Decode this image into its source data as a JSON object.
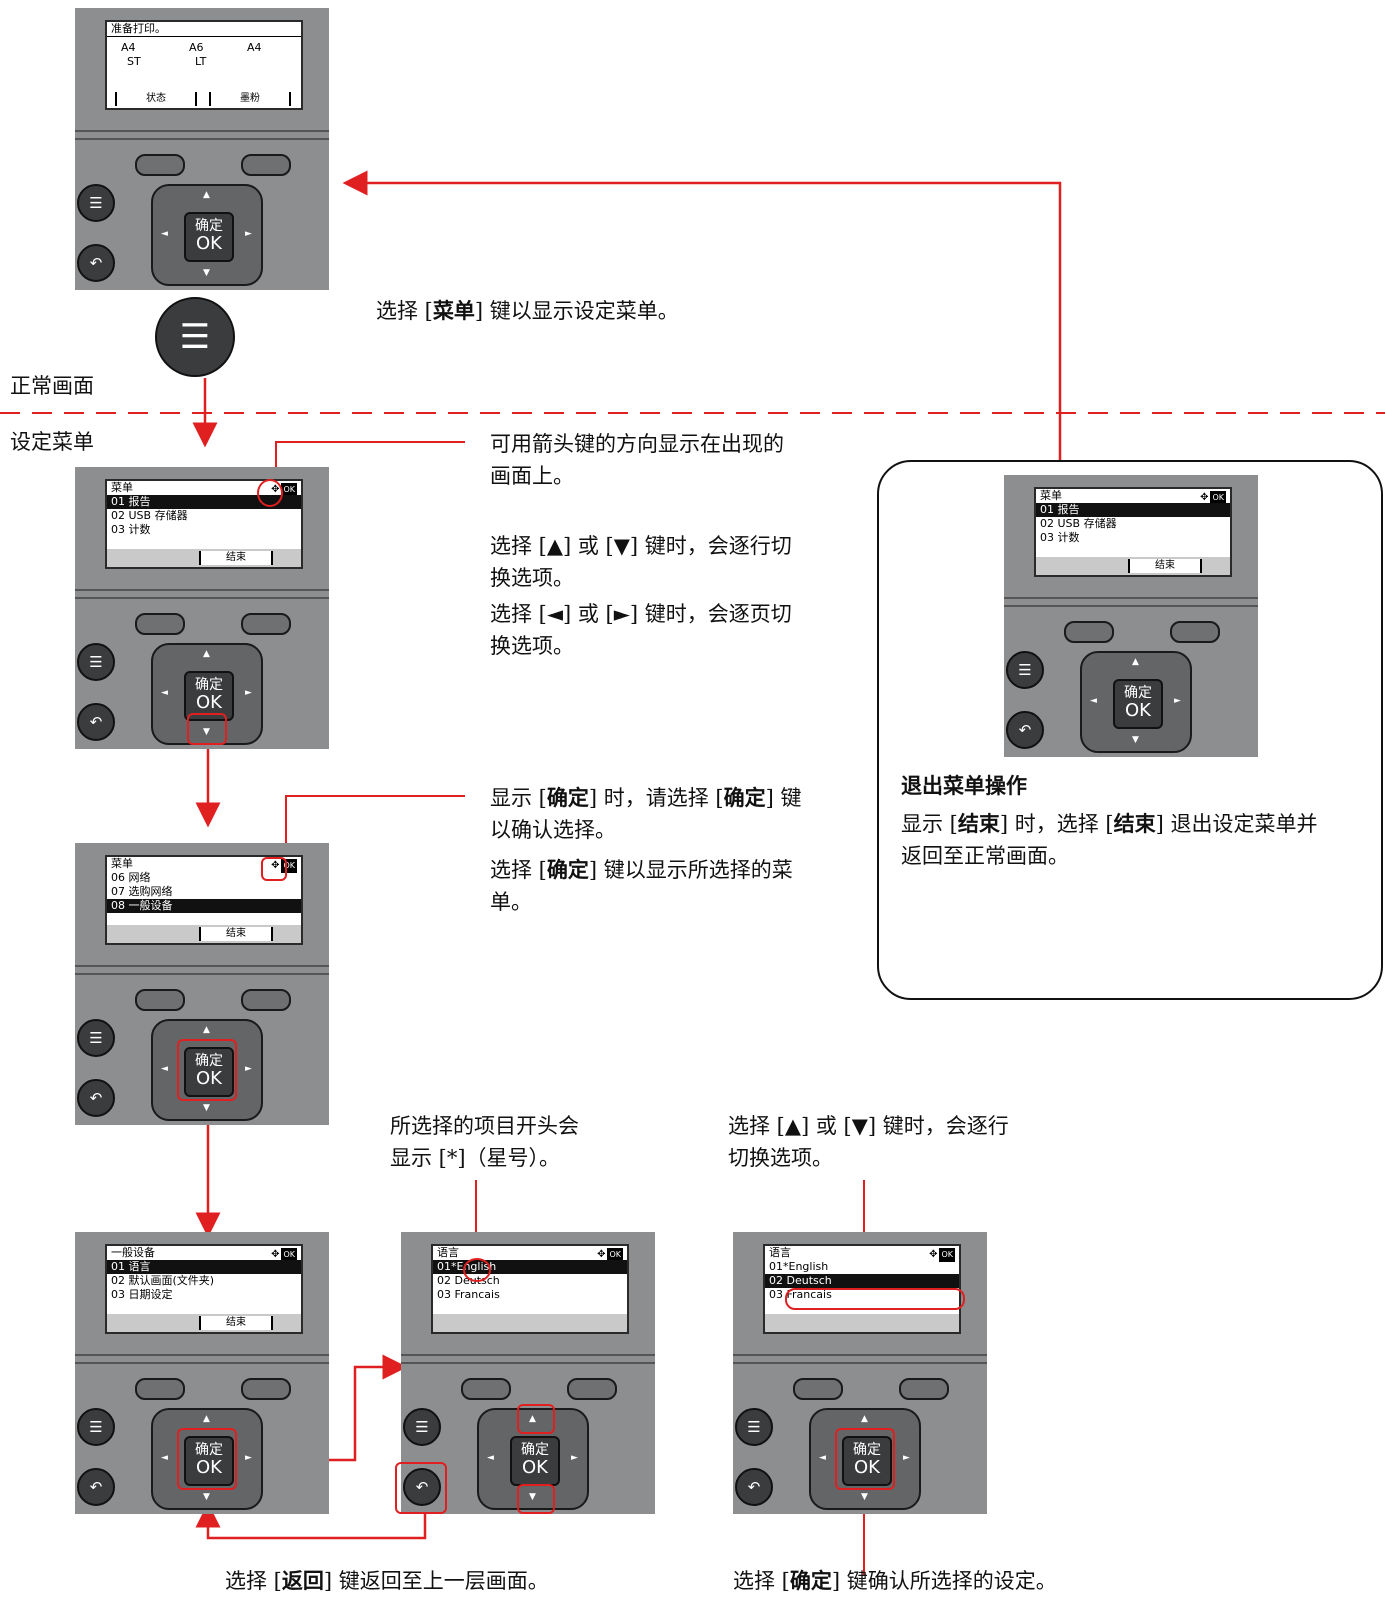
{
  "colors": {
    "arrow_red": "#e02020",
    "panel_gray": "#8c8e90"
  },
  "labels": {
    "normal_screen": "正常画面",
    "settings_menu": "设定菜单"
  },
  "captions": {
    "menu_key_pre": "选择 [",
    "menu_key_bold": "菜单",
    "menu_key_post": "] 键以显示设定菜单。",
    "arrow_l1": "可用箭头键的方向显示在出现的",
    "arrow_l2": "画面上。",
    "updown_l1": "选择 [▲] 或 [▼] 键时，会逐行切",
    "updown_l2": "换选项。",
    "leftright_l1": "选择 [◄] 或 [►] 键时，会逐页切",
    "leftright_l2": "换选项。",
    "confirm_l1_a": "显示 [",
    "confirm_l1_b": "确定",
    "confirm_l1_c": "] 时，请选择 [",
    "confirm_l1_d": "确定",
    "confirm_l1_e": "] 键",
    "confirm_l2": "以确认选择。",
    "confirm2_l1_a": "选择 [",
    "confirm2_l1_b": "确定",
    "confirm2_l1_c": "] 键以显示所选择的菜",
    "confirm2_l2": "单。",
    "exit_title": "退出菜单操作",
    "exit_l1_a": "显示 [",
    "exit_l1_b": "结束",
    "exit_l1_c": "] 时，选择 [",
    "exit_l1_d": "结束",
    "exit_l1_e": "] 退出设定菜单并",
    "exit_l2": "返回至正常画面。",
    "star_l1": "所选择的项目开头会",
    "star_l2": "显示 [*]（星号）。",
    "updown2_l1": "选择 [▲] 或 [▼] 键时，会逐行",
    "updown2_l2": "切换选项。",
    "back_a": "选择 [",
    "back_b": "返回",
    "back_c": "] 键返回至上一层画面。",
    "ok_a": "选择 [",
    "ok_b": "确定",
    "ok_c": "] 键确认所选择的设定。"
  },
  "screens": {
    "ready": {
      "title": "准备打印。",
      "r1a": "A4",
      "r1b": "A6",
      "r1c": "A4",
      "r2a": "ST",
      "r2b": "LT",
      "soft1": "状态",
      "soft2": "墨粉"
    },
    "menu1": {
      "title": "菜单",
      "items": [
        "01 报告",
        "02 USB 存储器",
        "03 计数"
      ],
      "soft": "结束"
    },
    "menu2": {
      "title": "菜单",
      "items": [
        "06 网络",
        "07 选购网络",
        "08 一般设备"
      ],
      "soft": "结束"
    },
    "general": {
      "title": "一般设备",
      "items": [
        "01 语言",
        "02 默认画面(文件夹)",
        "03 日期设定"
      ],
      "soft": "结束"
    },
    "lang1": {
      "title": "语言",
      "items": [
        "01*English",
        "02 Deutsch",
        "03 Francais"
      ]
    },
    "lang2": {
      "title": "语言",
      "items": [
        "01*English",
        "02 Deutsch",
        "03 Francais"
      ]
    },
    "exitmenu": {
      "title": "菜单",
      "items": [
        "01 报告",
        "02 USB 存储器",
        "03 计数"
      ],
      "soft": "结束"
    }
  },
  "keys": {
    "ok_top": "确定",
    "ok_bottom": "OK",
    "nav": "✥",
    "ok_badge": "OK"
  }
}
